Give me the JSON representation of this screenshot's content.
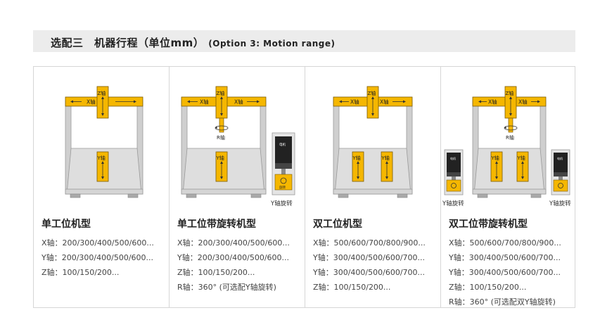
{
  "header": {
    "title": "选配三　机器行程（单位mm）",
    "subtitle": "(Option 3: Motion range)"
  },
  "colors": {
    "accent": "#f5b700",
    "frame": "#c4c4c4",
    "header_bg": "#ececec"
  },
  "labels": {
    "x_axis": "X轴",
    "y_axis": "Y轴",
    "z_axis": "Z轴",
    "r_axis": "R轴",
    "y_rotate": "Y轴旋转",
    "motor": "电机",
    "spin": "旋转"
  },
  "panels": [
    {
      "title": "单工位机型",
      "specs": [
        "X轴：200/300/400/500/600...",
        "Y轴：200/300/400/500/600...",
        "Z轴：100/150/200..."
      ]
    },
    {
      "title": "单工位带旋转机型",
      "specs": [
        "X轴：200/300/400/500/600...",
        "Y轴：200/300/400/500/600...",
        "Z轴：100/150/200...",
        "R轴：360° (可选配Y轴旋转)"
      ]
    },
    {
      "title": "双工位机型",
      "specs": [
        "X轴：500/600/700/800/900...",
        "Y轴：300/400/500/600/700...",
        "Y轴：300/400/500/600/700...",
        "Z轴：100/150/200..."
      ]
    },
    {
      "title": "双工位带旋转机型",
      "specs": [
        "X轴：500/600/700/800/900...",
        "Y轴：300/400/500/600/700...",
        "Y轴：300/400/500/600/700...",
        "Z轴：100/150/200...",
        "R轴：360° (可选配双Y轴旋转)"
      ]
    }
  ]
}
